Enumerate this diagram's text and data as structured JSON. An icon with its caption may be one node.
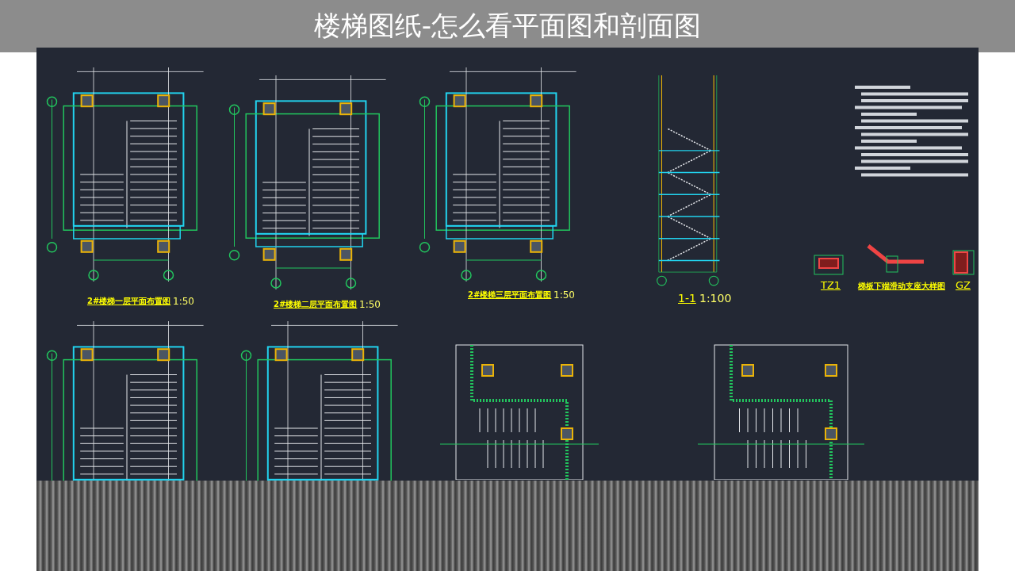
{
  "diagram": {
    "title": "楼梯图纸-怎么看平面图和剖面图",
    "labels": [
      "2#楼梯一层平面布置图",
      "1:50",
      "2#楼梯二层平面布置图",
      "1:50",
      "2#楼梯三层平面布置图",
      "1:50",
      "1-1",
      "1:100",
      "TZ1",
      "梯板下端滑动支座大样图",
      "GZ"
    ]
  }
}
